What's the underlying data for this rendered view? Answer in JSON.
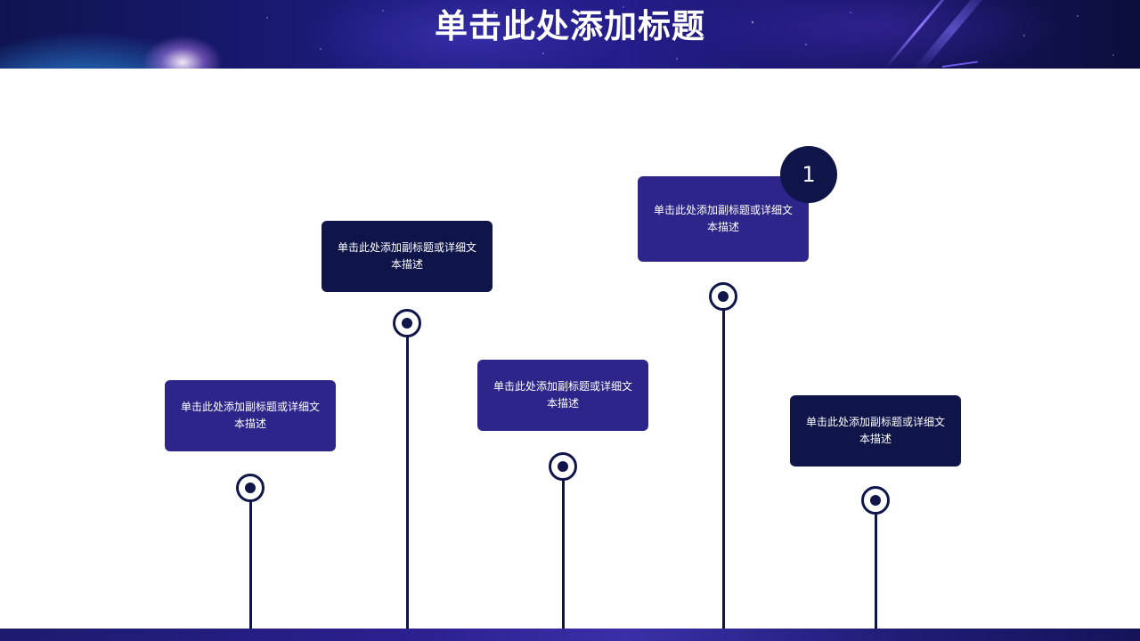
{
  "slide": {
    "title": "单击此处添加标题"
  },
  "badge": {
    "number": "1"
  },
  "timeline": {
    "items": [
      {
        "text": "单击此处添加副标题或详细文本描述",
        "style": "purple"
      },
      {
        "text": "单击此处添加副标题或详细文本描述",
        "style": "navy"
      },
      {
        "text": "单击此处添加副标题或详细文本描述",
        "style": "purple"
      },
      {
        "text": "单击此处添加副标题或详细文本描述",
        "style": "purple"
      },
      {
        "text": "单击此处添加副标题或详细文本描述",
        "style": "navy"
      }
    ]
  },
  "colors": {
    "navy": "#0f1548",
    "purple": "#2d258a",
    "line": "#10164a"
  }
}
